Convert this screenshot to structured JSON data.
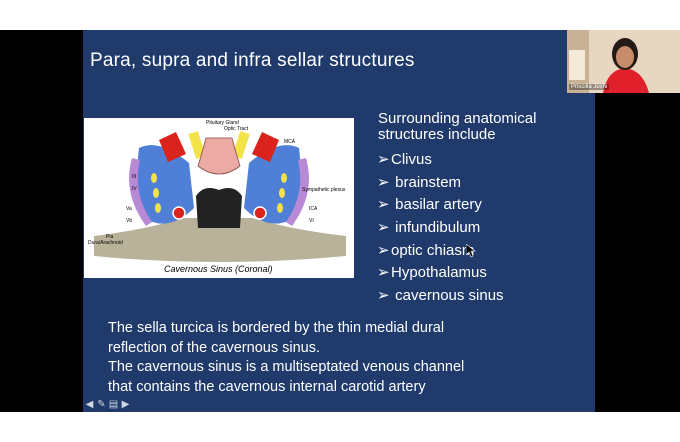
{
  "slide": {
    "title": "Para, supra and  infra sellar structures",
    "figure_caption": "Cavernous Sinus (Coronal)",
    "figure_labels": {
      "pituitary": "Pituitary Gland",
      "optic_tract": "Optic Tract",
      "mca": "MCA",
      "iii": "III",
      "iv": "IV",
      "va": "Va",
      "vb": "Vb",
      "pia": "Pia",
      "dura": "Dura/Arachnoid",
      "sympathetic": "Sympathetic plexus",
      "ica": "ICA",
      "vi": "VI"
    },
    "list_heading": "Surrounding anatomical structures include",
    "list_items": [
      "Clivus",
      " brainstem",
      " basilar artery",
      " infundibulum",
      "optic chiasm",
      "Hypothalamus",
      " cavernous sinus"
    ],
    "body_lines": [
      "The sella turcica is bordered by the thin medial dural",
      "reflection of the cavernous sinus.",
      "The cavernous sinus is a multiseptated venous channel",
      "that contains the cavernous internal carotid artery"
    ]
  },
  "webcam": {
    "participant_name": "Priscilla Joshi"
  },
  "colors": {
    "slide_background": "#1f3a6b",
    "artery_red": "#d9231c",
    "sinus_blue": "#4f7fd6",
    "nerve_yellow": "#f2e34a",
    "dura_purple": "#b88ad6"
  },
  "icons": [
    "arrow-left-icon",
    "pen-icon",
    "menu-icon",
    "arrow-right-icon"
  ]
}
